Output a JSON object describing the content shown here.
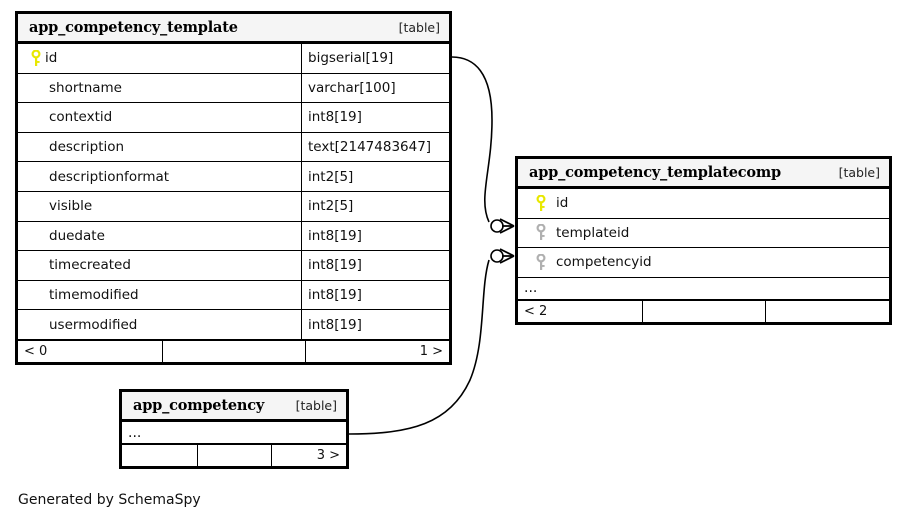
{
  "diagram": {
    "credit": "Generated by SchemaSpy",
    "table_tag": "[table]",
    "ellipsis": "...",
    "colors": {
      "primary_key": "#e8e800",
      "foreign_key": "#b0b0b0",
      "border": "#000000",
      "header_bg": "#f5f5f5",
      "background": "#ffffff"
    }
  },
  "tables": [
    {
      "name": "app_competency_template",
      "tag": "[table]",
      "columns": [
        {
          "key": "primary",
          "name": "id",
          "type": "bigserial[19]"
        },
        {
          "key": "none",
          "name": "shortname",
          "type": "varchar[100]"
        },
        {
          "key": "none",
          "name": "contextid",
          "type": "int8[19]"
        },
        {
          "key": "none",
          "name": "description",
          "type": "text[2147483647]"
        },
        {
          "key": "none",
          "name": "descriptionformat",
          "type": "int2[5]"
        },
        {
          "key": "none",
          "name": "visible",
          "type": "int2[5]"
        },
        {
          "key": "none",
          "name": "duedate",
          "type": "int8[19]"
        },
        {
          "key": "none",
          "name": "timecreated",
          "type": "int8[19]"
        },
        {
          "key": "none",
          "name": "timemodified",
          "type": "int8[19]"
        },
        {
          "key": "none",
          "name": "usermodified",
          "type": "int8[19]"
        }
      ],
      "has_ellipsis": false,
      "footer": {
        "left": "< 0",
        "middle": "",
        "right": "1 >"
      }
    },
    {
      "name": "app_competency_templatecomp",
      "tag": "[table]",
      "columns": [
        {
          "key": "primary",
          "name": "id",
          "type": ""
        },
        {
          "key": "foreign",
          "name": "templateid",
          "type": ""
        },
        {
          "key": "foreign",
          "name": "competencyid",
          "type": ""
        }
      ],
      "has_ellipsis": true,
      "footer": {
        "left": "< 2",
        "middle": "",
        "right": ""
      }
    },
    {
      "name": "app_competency",
      "tag": "[table]",
      "columns": [],
      "has_ellipsis": true,
      "footer": {
        "left": "",
        "middle": "",
        "right": "3 >"
      }
    }
  ],
  "relationships": [
    {
      "from": "app_competency_template",
      "from_column": "id",
      "to": "app_competency_templatecomp",
      "to_column": "templateid",
      "notation": "zero-or-more"
    },
    {
      "from": "app_competency",
      "from_column": "id",
      "to": "app_competency_templatecomp",
      "to_column": "competencyid",
      "notation": "zero-or-more"
    }
  ]
}
